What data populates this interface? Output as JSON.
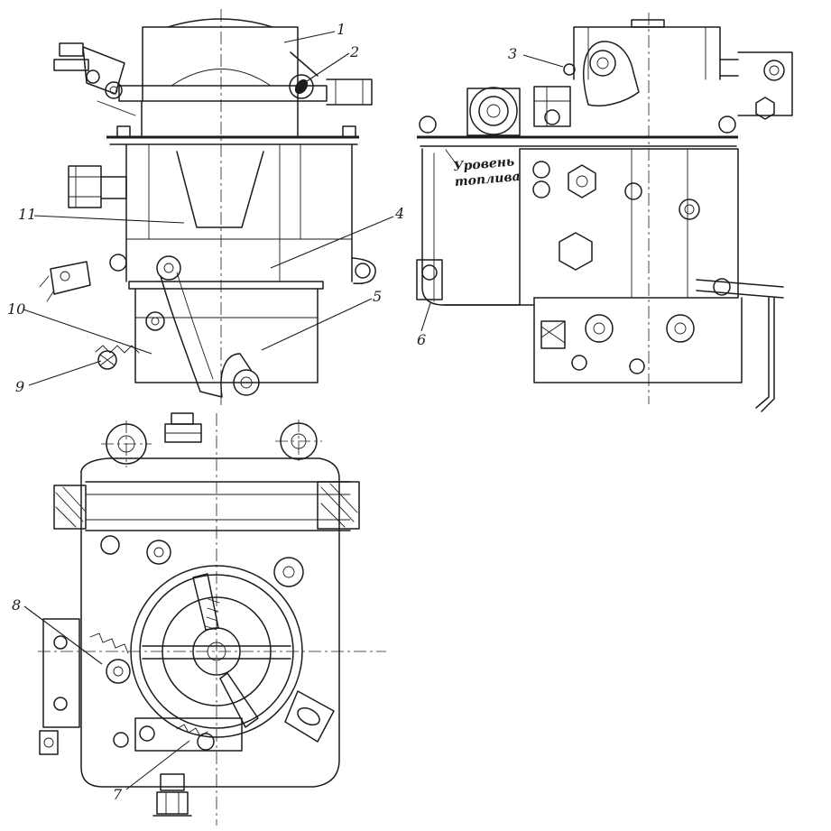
{
  "figure": {
    "background": "#ffffff",
    "ink": "#1c1c1c"
  },
  "annotation": {
    "line1": "Уровень",
    "line2": "топлива"
  },
  "callouts": {
    "c1": {
      "label": "1"
    },
    "c2": {
      "label": "2"
    },
    "c3": {
      "label": "3"
    },
    "c4": {
      "label": "4"
    },
    "c5": {
      "label": "5"
    },
    "c6": {
      "label": "6"
    },
    "c7": {
      "label": "7"
    },
    "c8": {
      "label": "8"
    },
    "c9": {
      "label": "9"
    },
    "c10": {
      "label": "10"
    },
    "c11": {
      "label": "11"
    }
  }
}
